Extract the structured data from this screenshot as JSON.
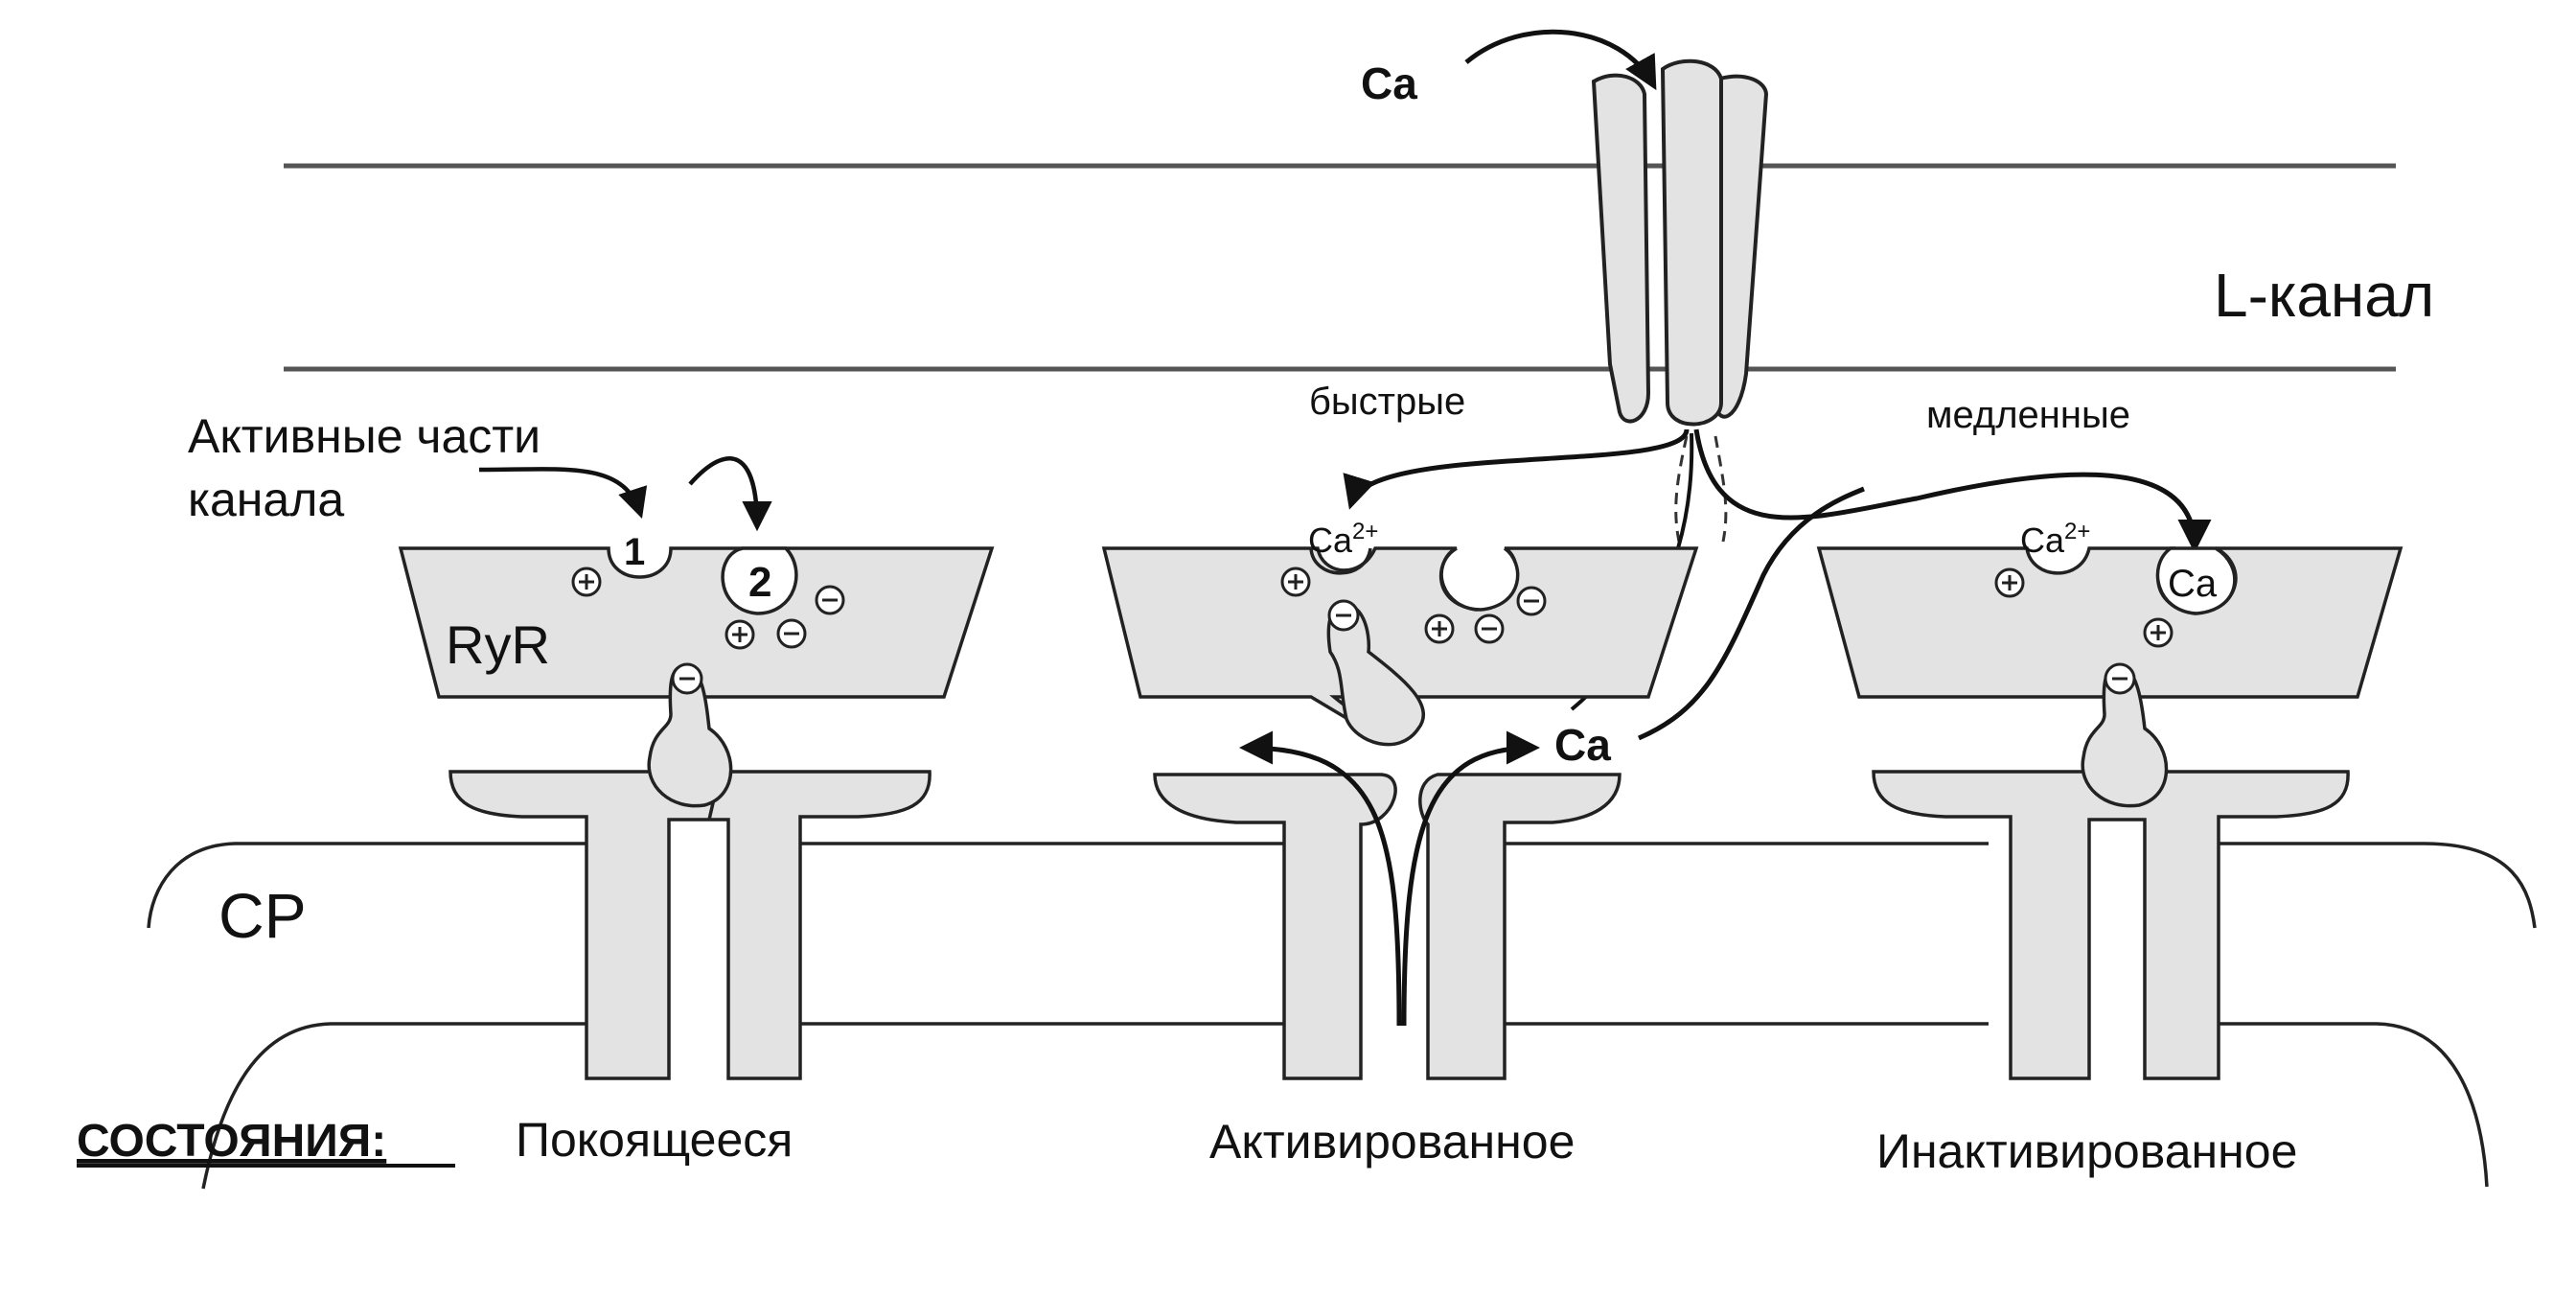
{
  "labels": {
    "ca_top": "Ca",
    "l_channel": "L-канал",
    "fast": "быстрые",
    "slow": "медленные",
    "active_parts_line1": "Активные части",
    "active_parts_line2": "канала",
    "ryr": "RyR",
    "site1": "1",
    "site2": "2",
    "ca2plus_mid": "Ca",
    "ca2plus_mid_sup": "2+",
    "ca2plus_right": "Ca",
    "ca2plus_right_sup": "2+",
    "ca_bound": "Ca",
    "ca_release": "Ca",
    "sr": "СР",
    "states_heading": "СОСТОЯНИЯ:",
    "state_rest": "Покоящееся",
    "state_active": "Активированное",
    "state_inactive": "Инактивированное"
  },
  "colors": {
    "fill": "#e3e3e3",
    "stroke": "#222222",
    "membrane": "#555555",
    "background": "#ffffff"
  }
}
